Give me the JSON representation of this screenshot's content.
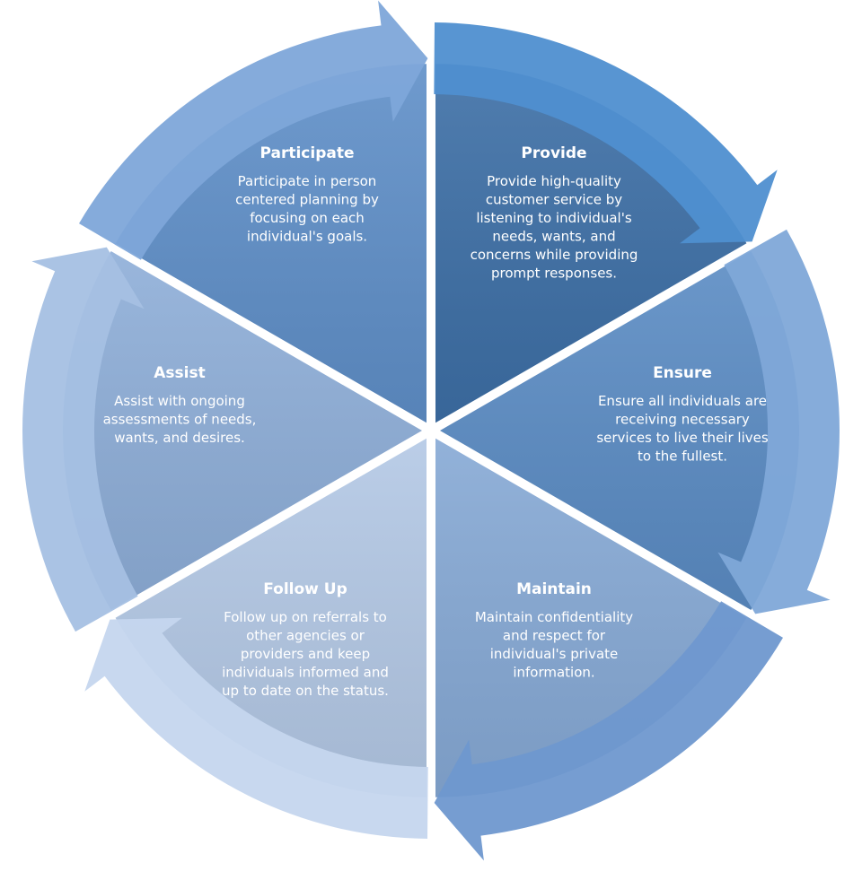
{
  "segments": [
    {
      "key": "provide",
      "title": "Provide",
      "lines": [
        "Provide high-quality",
        "customer service by",
        "listening to individual's",
        "needs, wants, and",
        "concerns while providing",
        "prompt responses."
      ],
      "fill": "#3d6fa6",
      "arrow": "#4f8fd0"
    },
    {
      "key": "ensure",
      "title": "Ensure",
      "lines": [
        "Ensure all individuals are",
        "receiving necessary",
        "services to live their lives",
        "to the fullest."
      ],
      "fill": "#5b8cc4",
      "arrow": "#7fa8d8"
    },
    {
      "key": "maintain",
      "title": "Maintain",
      "lines": [
        "Maintain confidentiality",
        "and respect for",
        "individual's private",
        "information."
      ],
      "fill": "#86a9d5",
      "arrow": "#6f98cf"
    },
    {
      "key": "follow-up",
      "title": "Follow Up",
      "lines": [
        "Follow up on referrals to",
        "other agencies or",
        "providers and keep",
        "individuals informed and",
        "up to date on the status."
      ],
      "fill": "#b3c8e5",
      "arrow": "#c5d6ee"
    },
    {
      "key": "assist",
      "title": "Assist",
      "lines": [
        "Assist with ongoing",
        "assessments of needs,",
        "wants, and desires."
      ],
      "fill": "#8eaed8",
      "arrow": "#a5c0e3"
    },
    {
      "key": "participate",
      "title": "Participate",
      "lines": [
        "Participate in person",
        "centered planning by",
        "focusing on each",
        "individual's goals."
      ],
      "fill": "#5f8fc8",
      "arrow": "#7ea6d9"
    }
  ]
}
